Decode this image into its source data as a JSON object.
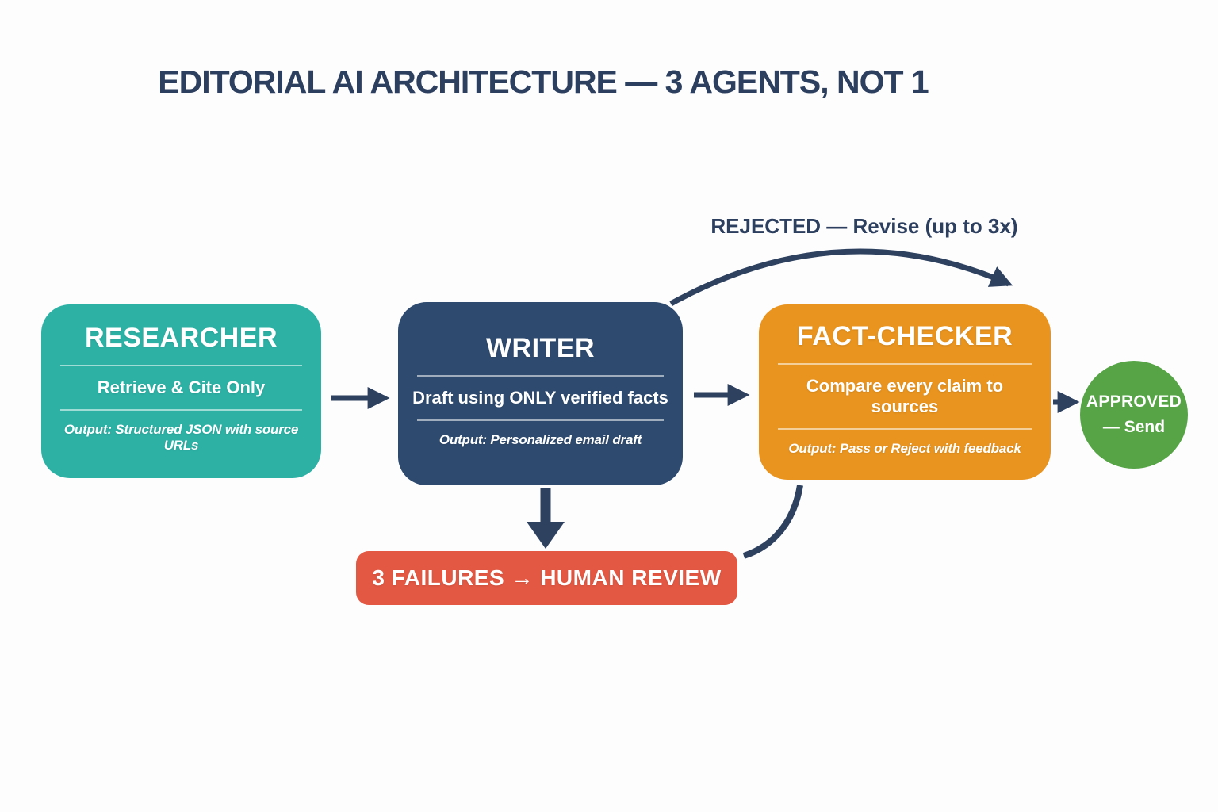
{
  "title": "EDITORIAL AI ARCHITECTURE — 3 AGENTS, NOT 1",
  "agents": [
    {
      "name": "RESEARCHER",
      "role": "Retrieve & Cite Only",
      "output": "Output: Structured JSON with source URLs",
      "color": "#2db1a5"
    },
    {
      "name": "WRITER",
      "role": "Draft using ONLY verified facts",
      "output": "Output: Personalized email draft",
      "color": "#2e4a6e"
    },
    {
      "name": "FACT-CHECKER",
      "role": "Compare every claim to sources",
      "output": "Output: Pass or Reject with feedback",
      "color": "#e8941f"
    }
  ],
  "approved": {
    "line1": "APPROVED",
    "line2": "— Send",
    "color": "#57a447"
  },
  "failure": {
    "label": "3 FAILURES → HUMAN REVIEW",
    "color": "#e25843"
  },
  "rejected_loop_label": "REJECTED — Revise (up to 3x)",
  "connector_color": "#2e415f",
  "background_color": "#fdfdfe",
  "title_color": "#2d3f5e"
}
